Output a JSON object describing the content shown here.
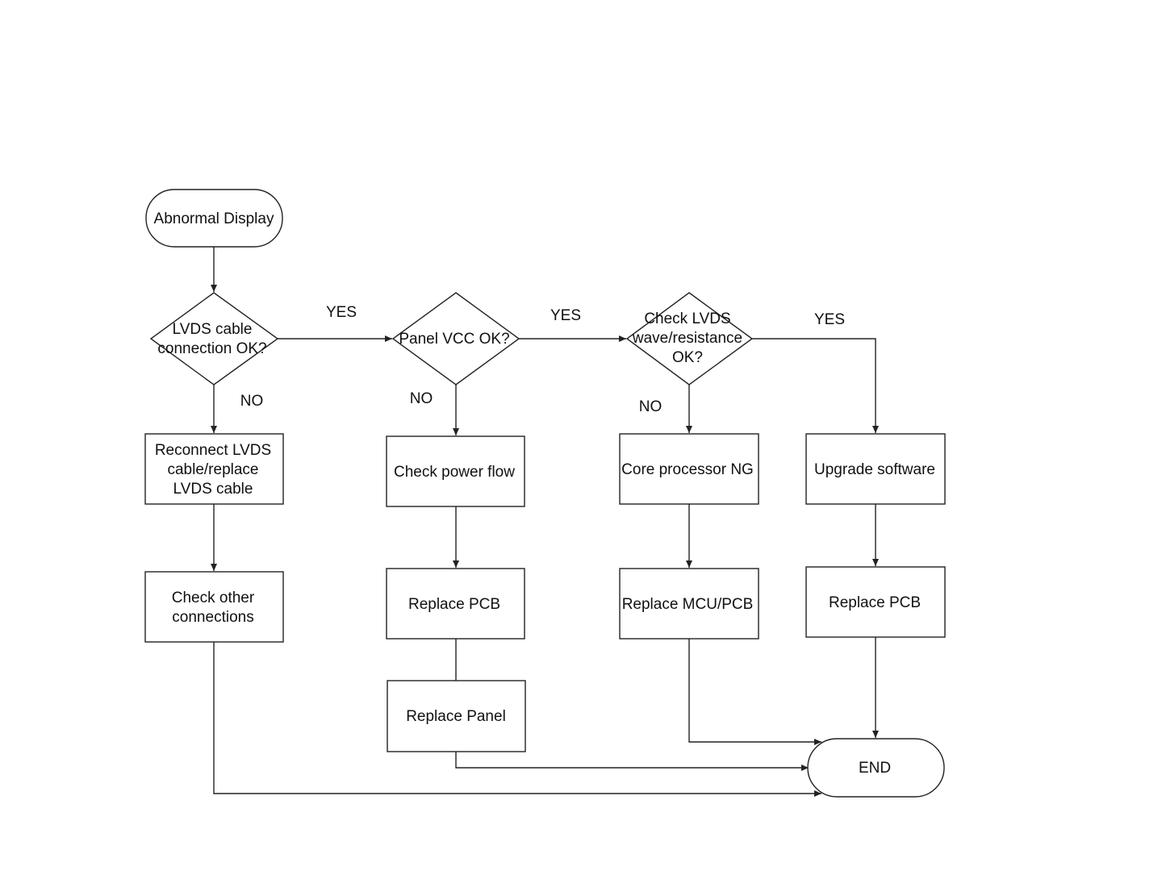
{
  "nodes": {
    "start": [
      "Abnormal Display"
    ],
    "d1": [
      "LVDS cable",
      "connection OK?"
    ],
    "d2": [
      "Panel VCC OK?"
    ],
    "d3": [
      "Check LVDS",
      "wave/resistance",
      "OK?"
    ],
    "reconnect": [
      "Reconnect LVDS",
      "cable/replace",
      "LVDS cable"
    ],
    "check_other": [
      "Check other",
      "connections"
    ],
    "check_power": [
      "Check power flow"
    ],
    "replace_pcb_1": [
      "Replace PCB"
    ],
    "replace_panel": [
      "Replace Panel"
    ],
    "core_ng": [
      "Core processor NG"
    ],
    "replace_mcu": [
      "Replace MCU/PCB"
    ],
    "upgrade": [
      "Upgrade software"
    ],
    "replace_pcb_2": [
      "Replace PCB"
    ],
    "end": [
      "END"
    ]
  },
  "edge_labels": {
    "d1_yes": "YES",
    "d1_no": "NO",
    "d2_yes": "YES",
    "d2_no": "NO",
    "d3_yes": "YES",
    "d3_no": "NO"
  }
}
